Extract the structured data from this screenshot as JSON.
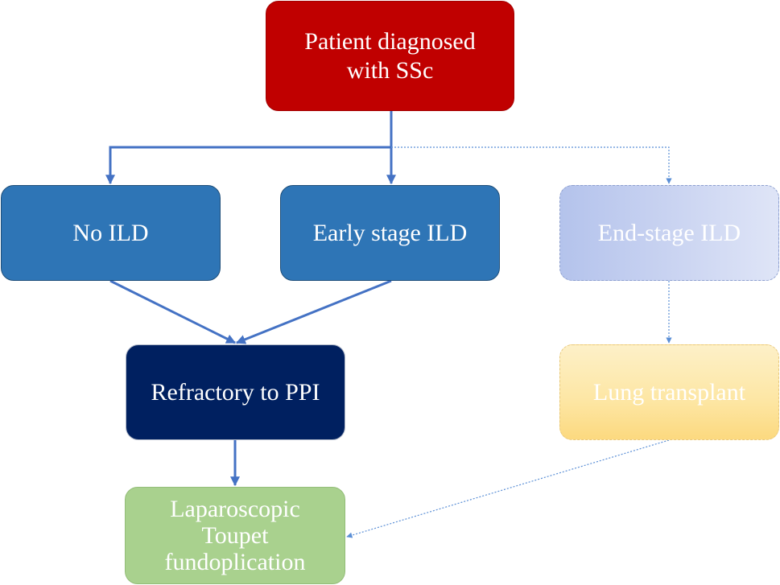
{
  "diagram": {
    "nodes": [
      {
        "id": "root",
        "lines": [
          "Patient diagnosed",
          "with SSc"
        ]
      },
      {
        "id": "no_ild",
        "lines": [
          "No ILD"
        ]
      },
      {
        "id": "early_ild",
        "lines": [
          "Early stage ILD"
        ]
      },
      {
        "id": "end_ild",
        "lines": [
          "End-stage ILD"
        ]
      },
      {
        "id": "refractory",
        "lines": [
          "Refractory to PPI"
        ]
      },
      {
        "id": "transplant",
        "lines": [
          "Lung transplant"
        ]
      },
      {
        "id": "laparoscopic",
        "lines": [
          "Laparoscopic",
          "Toupet",
          "fundoplication"
        ]
      }
    ],
    "edges": [
      {
        "from": "root",
        "to": "no_ild",
        "style": "solid"
      },
      {
        "from": "root",
        "to": "early_ild",
        "style": "solid"
      },
      {
        "from": "root",
        "to": "end_ild",
        "style": "dotted"
      },
      {
        "from": "no_ild",
        "to": "refractory",
        "style": "solid"
      },
      {
        "from": "early_ild",
        "to": "refractory",
        "style": "solid"
      },
      {
        "from": "refractory",
        "to": "laparoscopic",
        "style": "solid"
      },
      {
        "from": "end_ild",
        "to": "transplant",
        "style": "dotted"
      },
      {
        "from": "transplant",
        "to": "laparoscopic",
        "style": "dotted"
      }
    ],
    "colors": {
      "root": "#c00000",
      "ild_box": "#2e75b6",
      "end_stage": "#c9d3f1",
      "refractory": "#002060",
      "transplant": "#fde6a3",
      "laparoscopic": "#a9d18e",
      "solid_arrow": "#4472c4",
      "dotted_arrow": "#5b8fd6"
    }
  }
}
